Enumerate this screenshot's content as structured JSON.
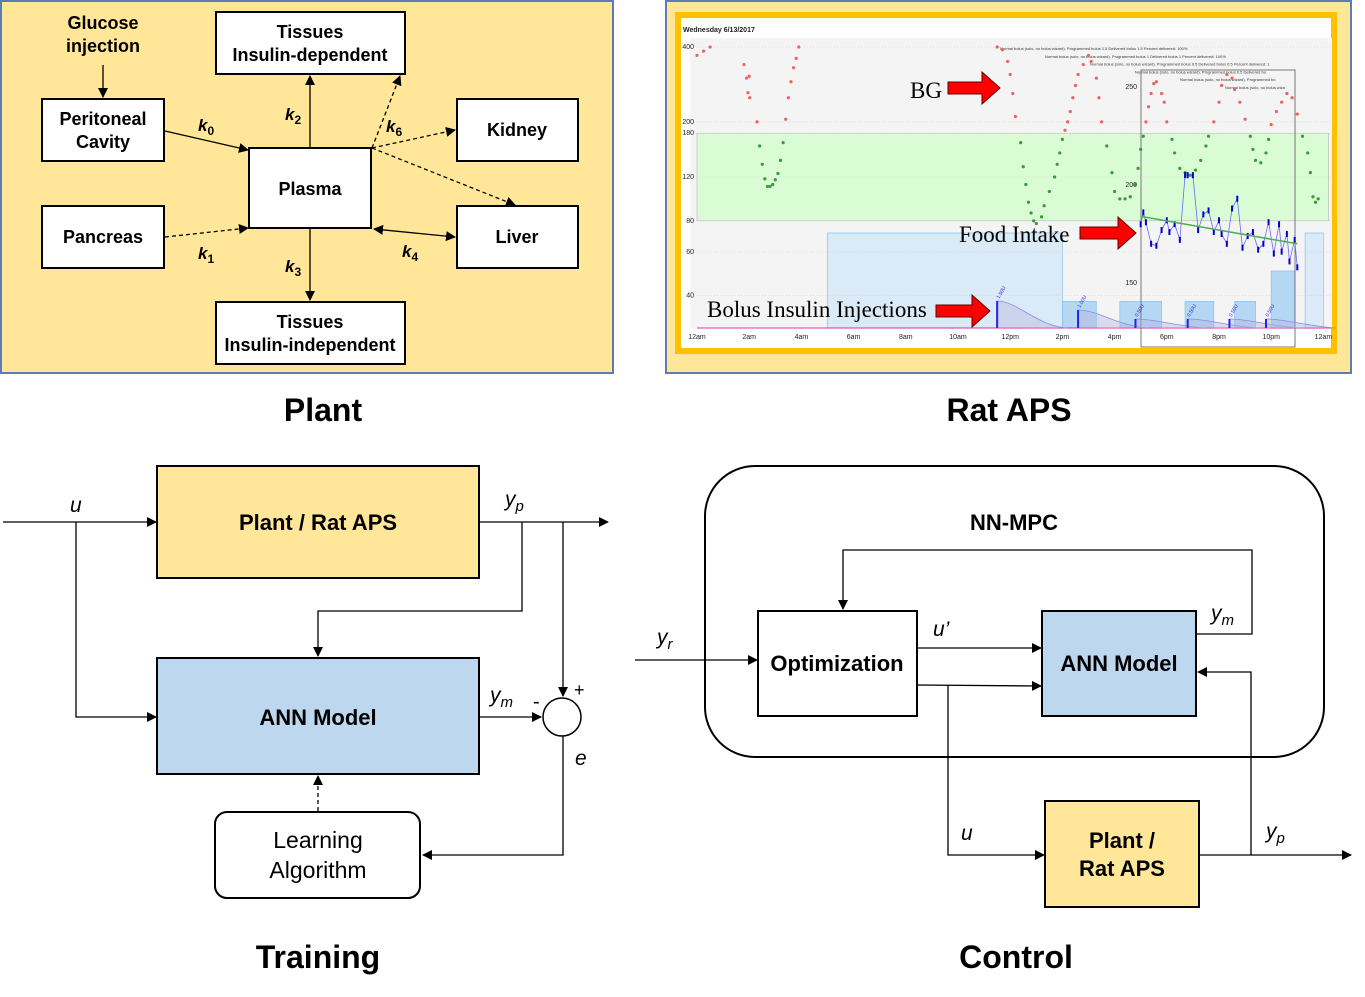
{
  "plant": {
    "caption": "Plant",
    "glucose_injection": [
      "Glucose",
      "injection"
    ],
    "peritoneal": [
      "Peritoneal",
      "Cavity"
    ],
    "pancreas": "Pancreas",
    "plasma": "Plasma",
    "tissues_dep": [
      "Tissues",
      "Insulin-dependent"
    ],
    "tissues_indep": [
      "Tissues",
      "Insulin-independent"
    ],
    "kidney": "Kidney",
    "liver": "Liver",
    "rates": {
      "k0": [
        "k",
        "0"
      ],
      "k1": [
        "k",
        "1"
      ],
      "k2": [
        "k",
        "2"
      ],
      "k3": [
        "k",
        "3"
      ],
      "k4": [
        "k",
        "4"
      ],
      "k6": [
        "k",
        "6"
      ]
    }
  },
  "rat_aps": {
    "caption": "Rat APS",
    "chart_title": "Wednesday 6/13/2017",
    "annotations": {
      "bg": "BG",
      "food": "Food Intake",
      "bolus": "Bolus Insulin Injections"
    },
    "colors": {
      "high": "#f06060",
      "in_range": "#3a9a3a",
      "target_band": "#d9fcd5",
      "food_line": "#0000cc",
      "trend": "#4caf50",
      "basal": "#d6e9f7",
      "frame": "#ffc000",
      "arrow": "#ff0000"
    },
    "y_ticks": [
      "400",
      "200",
      "180",
      "120",
      "80",
      "60",
      "40"
    ],
    "y_scale": "log",
    "target_range": [
      80,
      180
    ],
    "x_ticks": [
      "12am",
      "2am",
      "4am",
      "6am",
      "8am",
      "10am",
      "12pm",
      "2pm",
      "4pm",
      "6pm",
      "8pm",
      "10pm",
      "12am"
    ],
    "right_ticks": [
      "250",
      "200",
      "150"
    ],
    "bolus_notes": [
      "Normal bolus (solo, no bolus wizard). Programmed bolus 1.5 Delivered bolus 1.5 Percent delivered: 100%",
      "Normal bolus (solo, no bolus wizard). Programmed bolus 1 Delivered bolus 1 Percent delivered: 100%",
      "Normal bolus (solo, no bolus wizard). Programmed bolus 0.5 Delivered bolus 0.5 Percent delivered: 1",
      "Normal bolus (solo, no bolus wizard). Programmed bolus 0.5 Delivered bo",
      "Normal bolus (solo, no bolus wizard). Programmed bo",
      "Normal bolus (solo, no bolus wiza"
    ],
    "boluses": [
      {
        "hour": 11.5,
        "label": "1.50U",
        "units": 1.5
      },
      {
        "hour": 14.6,
        "label": "1.00U",
        "units": 1.0
      },
      {
        "hour": 16.8,
        "label": "0.50U",
        "units": 0.5
      },
      {
        "hour": 18.8,
        "label": "0.50U",
        "units": 0.5
      },
      {
        "hour": 20.4,
        "label": "0.50U",
        "units": 0.5
      },
      {
        "hour": 21.8,
        "label": "0.50U",
        "units": 0.5
      }
    ],
    "basal_blocks": [
      {
        "start": 5,
        "end": 14,
        "level": 1.0
      },
      {
        "start": 14,
        "end": 15.3,
        "level": 0.28
      },
      {
        "start": 16.2,
        "end": 17.8,
        "level": 0.28
      },
      {
        "start": 18.7,
        "end": 19.8,
        "level": 0.28
      },
      {
        "start": 20.6,
        "end": 21.4,
        "level": 0.28
      },
      {
        "start": 22.0,
        "end": 22.9,
        "level": 0.6
      },
      {
        "start": 23.3,
        "end": 24,
        "level": 1.0
      }
    ],
    "bg": [
      [
        0,
        370
      ],
      [
        0.25,
        385
      ],
      [
        0.5,
        400
      ],
      [
        1.8,
        340
      ],
      [
        1.9,
        300
      ],
      [
        2.0,
        305
      ],
      [
        1.95,
        262
      ],
      [
        2.02,
        250
      ],
      [
        2.3,
        200
      ],
      [
        2.4,
        160
      ],
      [
        2.5,
        135
      ],
      [
        2.6,
        118
      ],
      [
        2.7,
        110
      ],
      [
        2.8,
        110
      ],
      [
        2.9,
        112
      ],
      [
        3.0,
        117
      ],
      [
        3.1,
        124
      ],
      [
        3.2,
        140
      ],
      [
        3.3,
        165
      ],
      [
        3.4,
        205
      ],
      [
        3.5,
        250
      ],
      [
        3.6,
        290
      ],
      [
        3.7,
        330
      ],
      [
        3.8,
        360
      ],
      [
        3.9,
        400
      ],
      [
        11.5,
        400
      ],
      [
        11.7,
        390
      ],
      [
        11.9,
        350
      ],
      [
        12.0,
        310
      ],
      [
        12.1,
        260
      ],
      [
        12.2,
        210
      ],
      [
        12.4,
        165
      ],
      [
        12.5,
        132
      ],
      [
        12.6,
        112
      ],
      [
        12.7,
        95
      ],
      [
        12.8,
        86
      ],
      [
        12.9,
        80
      ],
      [
        13.0,
        78
      ],
      [
        13.2,
        83
      ],
      [
        13.3,
        92
      ],
      [
        13.5,
        105
      ],
      [
        13.7,
        120
      ],
      [
        13.8,
        135
      ],
      [
        13.9,
        150
      ],
      [
        14.0,
        170
      ],
      [
        14.1,
        185
      ],
      [
        14.2,
        200
      ],
      [
        14.3,
        220
      ],
      [
        14.4,
        250
      ],
      [
        14.5,
        280
      ],
      [
        14.6,
        310
      ],
      [
        14.8,
        340
      ],
      [
        15.0,
        370
      ],
      [
        15.1,
        350
      ],
      [
        15.3,
        300
      ],
      [
        15.4,
        250
      ],
      [
        15.5,
        200
      ],
      [
        15.7,
        160
      ],
      [
        15.9,
        125
      ],
      [
        16.0,
        105
      ],
      [
        16.2,
        98
      ],
      [
        16.4,
        98
      ],
      [
        16.6,
        100
      ],
      [
        16.8,
        112
      ],
      [
        16.9,
        130
      ],
      [
        17.0,
        155
      ],
      [
        17.1,
        175
      ],
      [
        17.2,
        200
      ],
      [
        17.3,
        230
      ],
      [
        17.4,
        260
      ],
      [
        17.5,
        285
      ],
      [
        17.6,
        290
      ],
      [
        17.8,
        260
      ],
      [
        17.9,
        240
      ],
      [
        18.0,
        200
      ],
      [
        18.2,
        170
      ],
      [
        18.3,
        150
      ],
      [
        18.5,
        130
      ],
      [
        18.7,
        125
      ],
      [
        18.9,
        122
      ],
      [
        19.1,
        128
      ],
      [
        19.3,
        140
      ],
      [
        19.5,
        160
      ],
      [
        19.6,
        175
      ],
      [
        19.8,
        200
      ],
      [
        20.0,
        240
      ],
      [
        20.1,
        280
      ],
      [
        20.3,
        310
      ],
      [
        20.5,
        300
      ],
      [
        20.6,
        270
      ],
      [
        20.8,
        240
      ],
      [
        21.0,
        205
      ],
      [
        21.2,
        175
      ],
      [
        21.3,
        155
      ],
      [
        21.4,
        140
      ],
      [
        21.6,
        137
      ],
      [
        21.8,
        150
      ],
      [
        21.9,
        170
      ],
      [
        22.0,
        195
      ],
      [
        22.2,
        220
      ],
      [
        22.4,
        240
      ],
      [
        22.6,
        260
      ],
      [
        22.8,
        250
      ],
      [
        23.0,
        215
      ],
      [
        23.2,
        175
      ],
      [
        23.4,
        150
      ],
      [
        23.5,
        125
      ],
      [
        23.6,
        100
      ],
      [
        23.7,
        95
      ],
      [
        23.8,
        98
      ]
    ],
    "food": [
      [
        17.0,
        180
      ],
      [
        17.1,
        186
      ],
      [
        17.2,
        181
      ],
      [
        17.4,
        170
      ],
      [
        17.6,
        169
      ],
      [
        17.8,
        177
      ],
      [
        18.0,
        182
      ],
      [
        18.1,
        176
      ],
      [
        18.3,
        180
      ],
      [
        18.5,
        172
      ],
      [
        18.7,
        205
      ],
      [
        18.8,
        205
      ],
      [
        19.0,
        205
      ],
      [
        19.2,
        177
      ],
      [
        19.4,
        185
      ],
      [
        19.6,
        187
      ],
      [
        19.8,
        176
      ],
      [
        20.0,
        182
      ],
      [
        20.1,
        175
      ],
      [
        20.3,
        170
      ],
      [
        20.5,
        188
      ],
      [
        20.7,
        193
      ],
      [
        20.9,
        168
      ],
      [
        21.1,
        174
      ],
      [
        21.3,
        176
      ],
      [
        21.5,
        167
      ],
      [
        21.7,
        170
      ],
      [
        21.9,
        181
      ],
      [
        22.1,
        165
      ],
      [
        22.3,
        180
      ],
      [
        22.4,
        166
      ],
      [
        22.6,
        175
      ],
      [
        22.7,
        161
      ],
      [
        22.9,
        172
      ],
      [
        23.0,
        158
      ]
    ]
  },
  "training": {
    "caption": "Training",
    "plant_box": "Plant / Rat APS",
    "ann_box": "ANN Model",
    "learning": [
      "Learning",
      "Algorithm"
    ],
    "u": "u",
    "yp": [
      "y",
      "p"
    ],
    "ym": [
      "y",
      "m"
    ],
    "minus": "-",
    "plus": "+",
    "e": "e"
  },
  "control": {
    "caption": "Control",
    "nn_mpc": "NN-MPC",
    "optimization": "Optimization",
    "ann_box": "ANN Model",
    "plant_box": [
      "Plant /",
      "Rat APS"
    ],
    "yr": [
      "y",
      "r"
    ],
    "u_prime": "u’",
    "u": "u",
    "ym": [
      "y",
      "m"
    ],
    "yp": [
      "y",
      "p"
    ]
  }
}
